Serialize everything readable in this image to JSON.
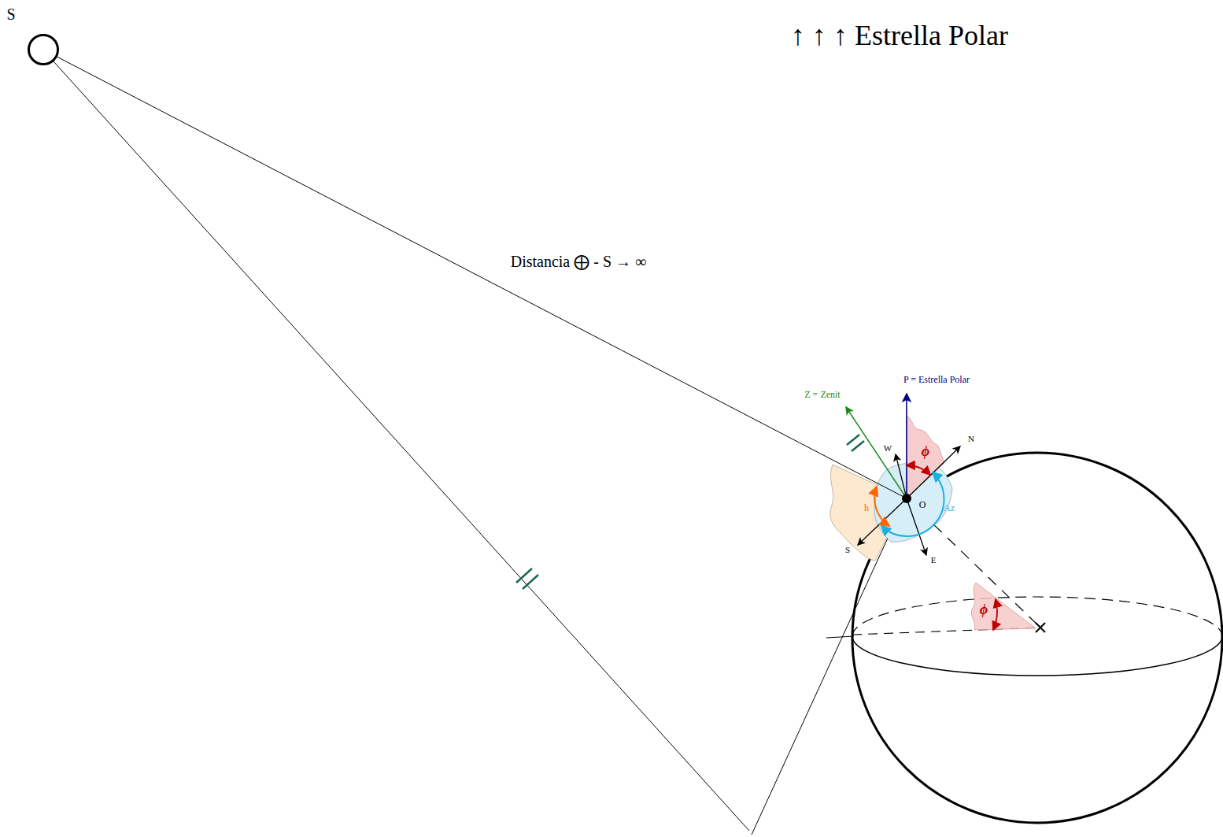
{
  "diagram": {
    "nodes": [
      {
        "text": [
          "S"
        ]
      },
      {
        "text": [
          "O"
        ]
      }
    ],
    "edges": [
      {
        "from": 0,
        "to": 1,
        "arrow": "none",
        "label": "Distancia ⨁ - S → ∞"
      }
    ],
    "labels": [
      "↑ ↑ ↑  Estrella Polar",
      "P = Estrella Polar",
      "Z = Zenit",
      "W",
      "N",
      "ϕ",
      "Az",
      "h",
      "S",
      "E",
      "ϕ"
    ]
  }
}
